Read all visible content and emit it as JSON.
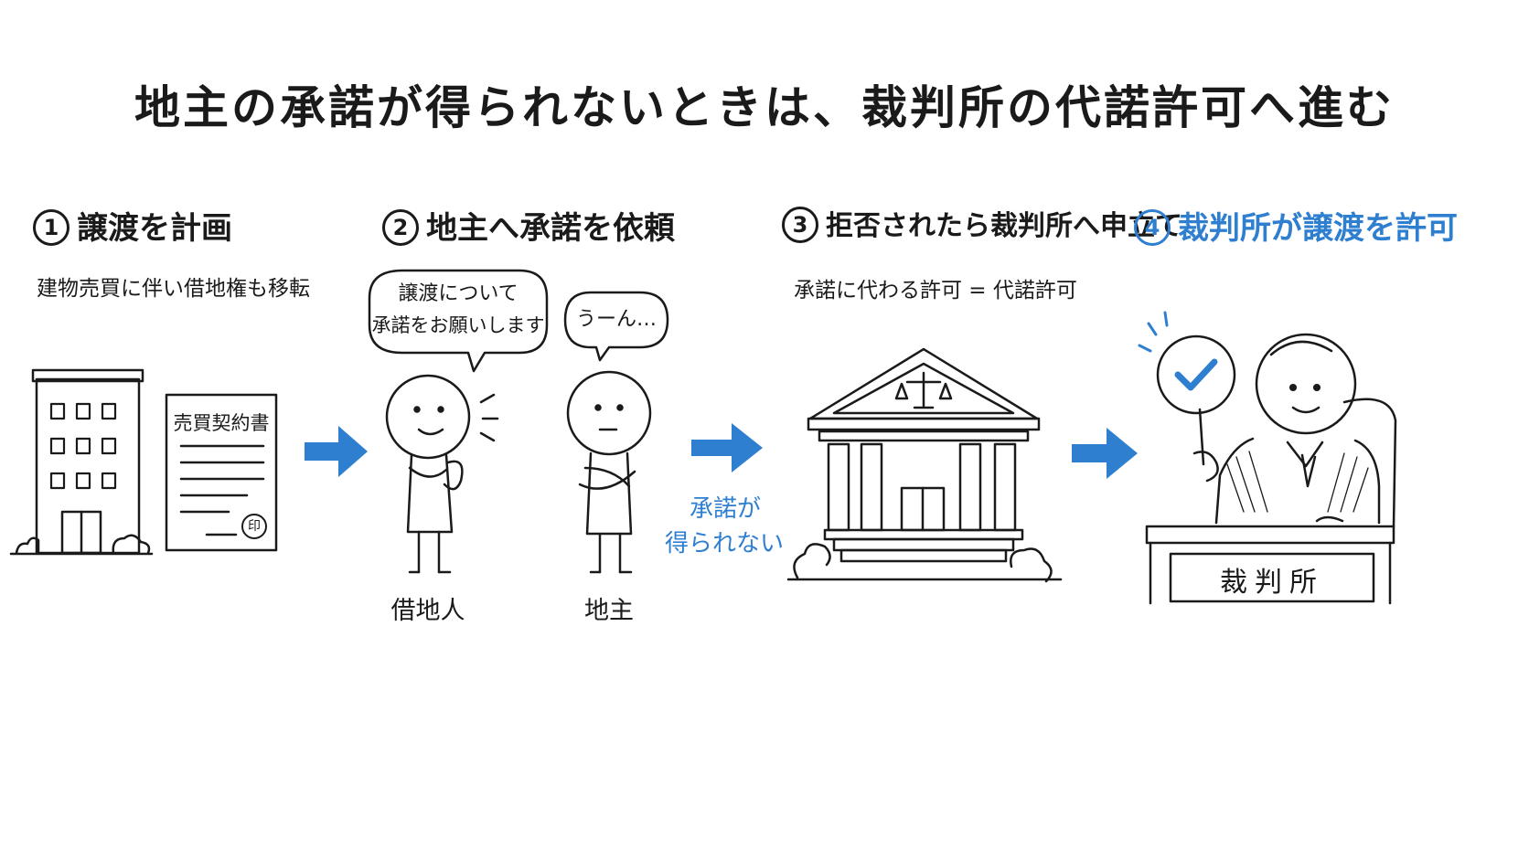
{
  "title": "地主の承諾が得られないときは、裁判所の代諾許可へ進む",
  "steps": [
    {
      "number": "1",
      "title": "譲渡を計画",
      "subtitle": "建物売買に伴い借地権も移転"
    },
    {
      "number": "2",
      "title": "地主へ承諾を依頼"
    },
    {
      "number": "3",
      "title": "拒否されたら裁判所へ申立て",
      "subtitle": "承諾に代わる許可 = 代諾許可"
    },
    {
      "number": "4",
      "title": "裁判所が譲渡を許可"
    }
  ],
  "contract": {
    "title": "売買契約書",
    "seal": "印"
  },
  "speech": {
    "tenant_line1": "譲渡について",
    "tenant_line2": "承諾をお願いします",
    "landlord": "うーん…"
  },
  "labels": {
    "tenant": "借地人",
    "landlord": "地主",
    "court_sign": "裁判所"
  },
  "arrow_note": {
    "line1": "承諾が",
    "line2": "得られない"
  },
  "colors": {
    "accent_blue": "#2f7fd1",
    "ink": "#1a1a1a"
  }
}
